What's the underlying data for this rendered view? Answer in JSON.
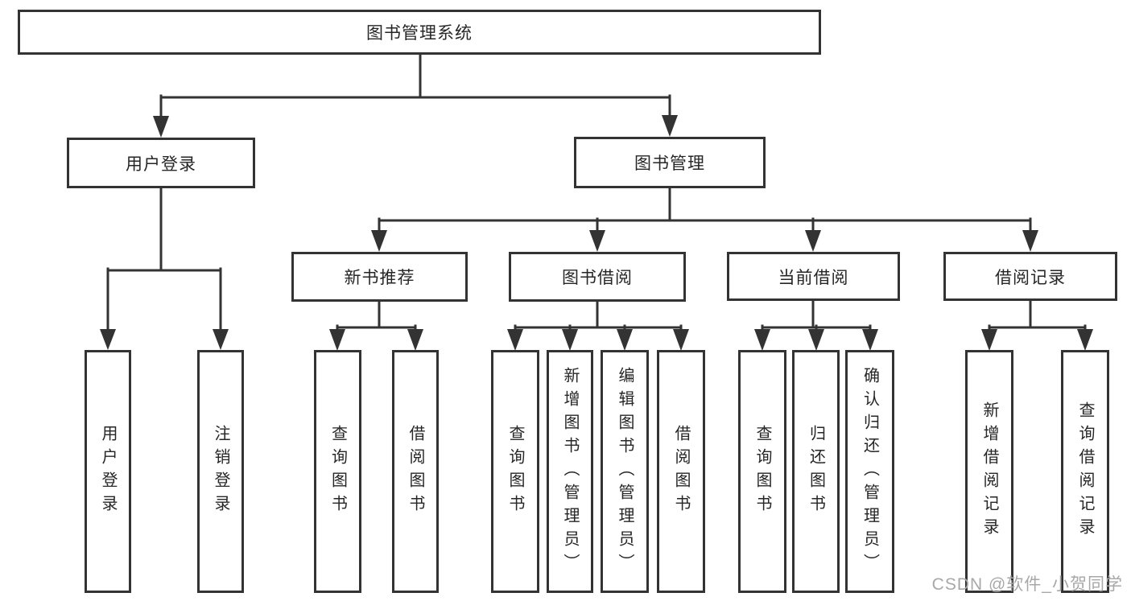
{
  "colors": {
    "line": "#333333",
    "text": "#262626",
    "box_bg": "#ffffff",
    "watermark": "#a8a8a8"
  },
  "watermark": {
    "text": "CSDN @软件_小贺同学"
  },
  "diagram": {
    "type": "hierarchy-tree",
    "root": {
      "label": "图书管理系统"
    },
    "branches": [
      {
        "label": "用户登录",
        "children": [
          {
            "label": "用户登录"
          },
          {
            "label": "注销登录"
          }
        ]
      },
      {
        "label": "图书管理",
        "children": [
          {
            "label": "新书推荐",
            "children": [
              {
                "label": "查询图书"
              },
              {
                "label": "借阅图书"
              }
            ]
          },
          {
            "label": "图书借阅",
            "children": [
              {
                "label": "查询图书"
              },
              {
                "label": "新增图书（管理员）"
              },
              {
                "label": "编辑图书（管理员）"
              },
              {
                "label": "借阅图书"
              }
            ]
          },
          {
            "label": "当前借阅",
            "children": [
              {
                "label": "查询图书"
              },
              {
                "label": "归还图书"
              },
              {
                "label": "确认归还（管理员）"
              }
            ]
          },
          {
            "label": "借阅记录",
            "children": [
              {
                "label": "新增借阅记录"
              },
              {
                "label": "查询借阅记录"
              }
            ]
          }
        ]
      }
    ]
  }
}
